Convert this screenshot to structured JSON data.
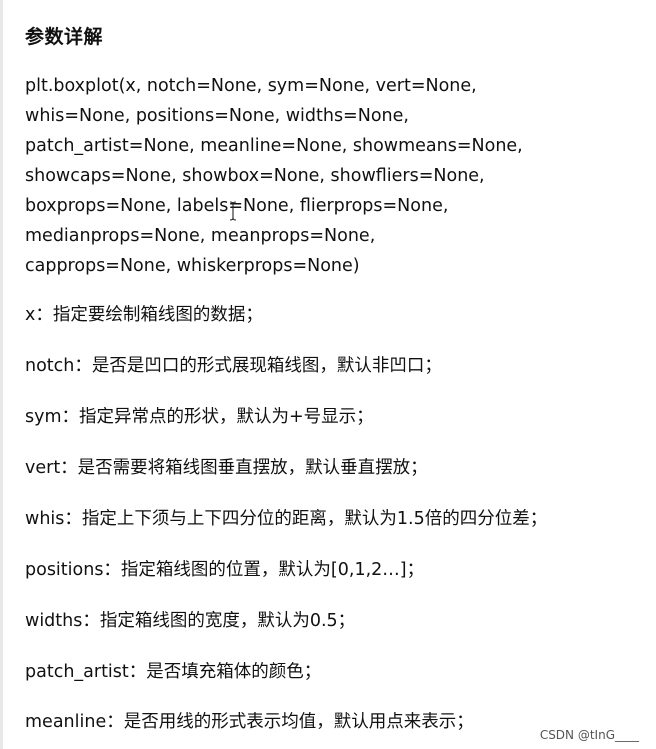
{
  "title": "参数详解",
  "signature_lines": [
    "plt.boxplot(x, notch=None, sym=None, vert=None,",
    "whis=None, positions=None, widths=None,",
    "patch_artist=None, meanline=None, showmeans=None,",
    "showcaps=None, showbox=None, showfliers=None,",
    "boxprops=None, labels=None, flierprops=None,",
    "medianprops=None, meanprops=None,",
    "capprops=None, whiskerprops=None)"
  ],
  "params": [
    "x：指定要绘制箱线图的数据；",
    "notch：是否是凹口的形式展现箱线图，默认非凹口；",
    "sym：指定异常点的形状，默认为+号显示；",
    "vert：是否需要将箱线图垂直摆放，默认垂直摆放；",
    "whis：指定上下须与上下四分位的距离，默认为1.5倍的四分位差；",
    "positions：指定箱线图的位置，默认为[0,1,2…]；",
    "widths：指定箱线图的宽度，默认为0.5；",
    "patch_artist：是否填充箱体的颜色；",
    "meanline：是否用线的形式表示均值，默认用点来表示；"
  ],
  "watermark": "CSDN @tInG____"
}
